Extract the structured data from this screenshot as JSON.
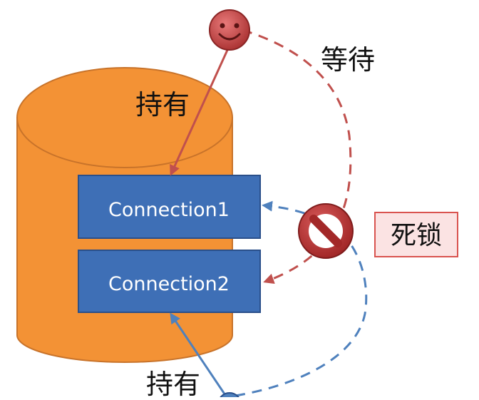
{
  "connections": {
    "conn1_label": "Connection1",
    "conn2_label": "Connection2"
  },
  "labels": {
    "hold_top": "持有",
    "hold_bottom": "持有",
    "wait": "等待",
    "deadlock": "死锁"
  },
  "icons": {
    "top_actor": "smiley-face-icon",
    "bottom_actor": "actor-icon",
    "prohibition": "no-entry-icon"
  },
  "colors": {
    "database": "#F39235",
    "database_stroke": "#C8732A",
    "connection_box": "#3E6FB6",
    "connection_stroke": "#2A4F8A",
    "red_arrow": "#C0504D",
    "blue_arrow": "#4F81BD",
    "deadlock_bg": "#FBE3E3",
    "deadlock_border": "#D9534F"
  }
}
